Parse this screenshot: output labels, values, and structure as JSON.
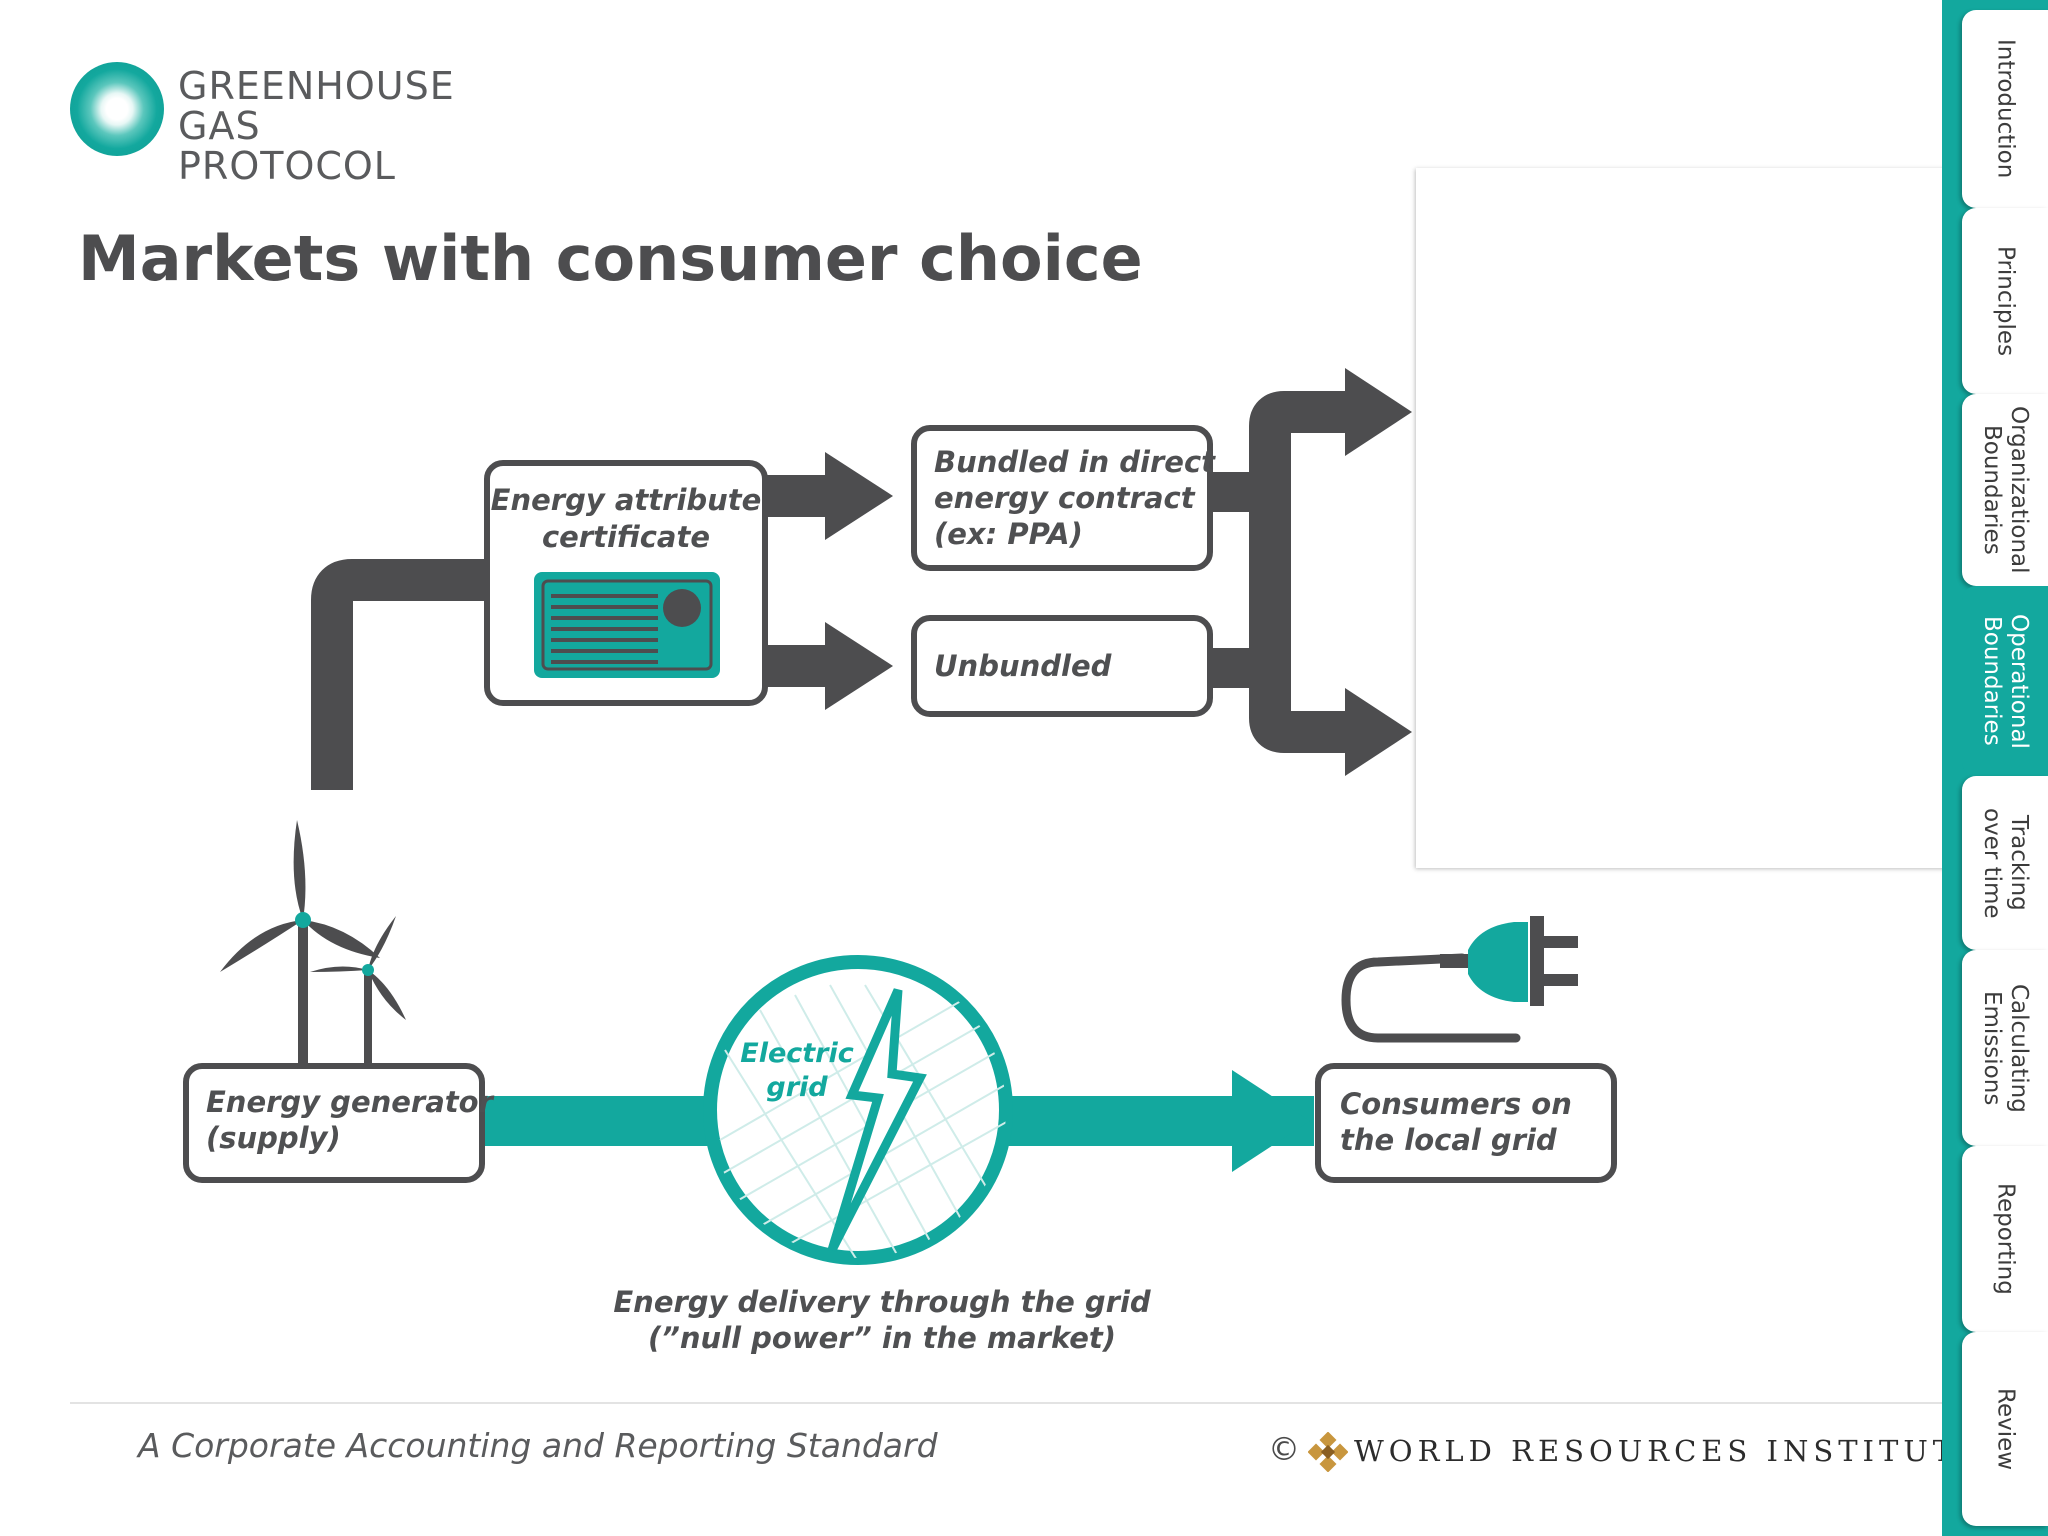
{
  "logo": {
    "line1": "GREENHOUSE",
    "line2": "GAS PROTOCOL",
    "icon": "ghg-protocol-logo-icon"
  },
  "page": {
    "title": "Markets with consumer choice"
  },
  "diagram": {
    "certificate_box": {
      "line1": "Energy attribute",
      "line2": "certificate",
      "icon": "certificate-icon"
    },
    "bundled_box": {
      "line1": "Bundled in direct",
      "line2": "energy contract",
      "line3": "(ex: PPA)"
    },
    "unbundled_box": {
      "label": "Unbundled"
    },
    "generator_box": {
      "line1": "Energy generator",
      "line2": "(supply)",
      "icon": "wind-turbine-icon"
    },
    "grid_circle": {
      "line1": "Electric",
      "line2": "grid",
      "icon": "lightning-bolt-icon"
    },
    "consumers_box": {
      "line1": "Consumers on",
      "line2": "the local grid",
      "icon": "electric-plug-icon"
    },
    "delivery_caption": {
      "line1": "Energy delivery through the grid",
      "line2": "(”null power” in the market)"
    }
  },
  "colors": {
    "teal": "#13a89e",
    "dark_gray": "#4d4d4f"
  },
  "footer": {
    "tagline": "A Corporate Accounting and Reporting Standard",
    "copyright": "©",
    "org": "WORLD RESOURCES INSTITUTE"
  },
  "sidebar": {
    "active": "Operational Boundaries",
    "tabs": [
      {
        "label": "Introduction"
      },
      {
        "label": "Principles"
      },
      {
        "label": "Organizational\nBoundaries"
      },
      {
        "label": "Operational\nBoundaries"
      },
      {
        "label": "Tracking\nover time"
      },
      {
        "label": "Calculating\nEmissions"
      },
      {
        "label": "Reporting"
      },
      {
        "label": "Review"
      }
    ]
  }
}
